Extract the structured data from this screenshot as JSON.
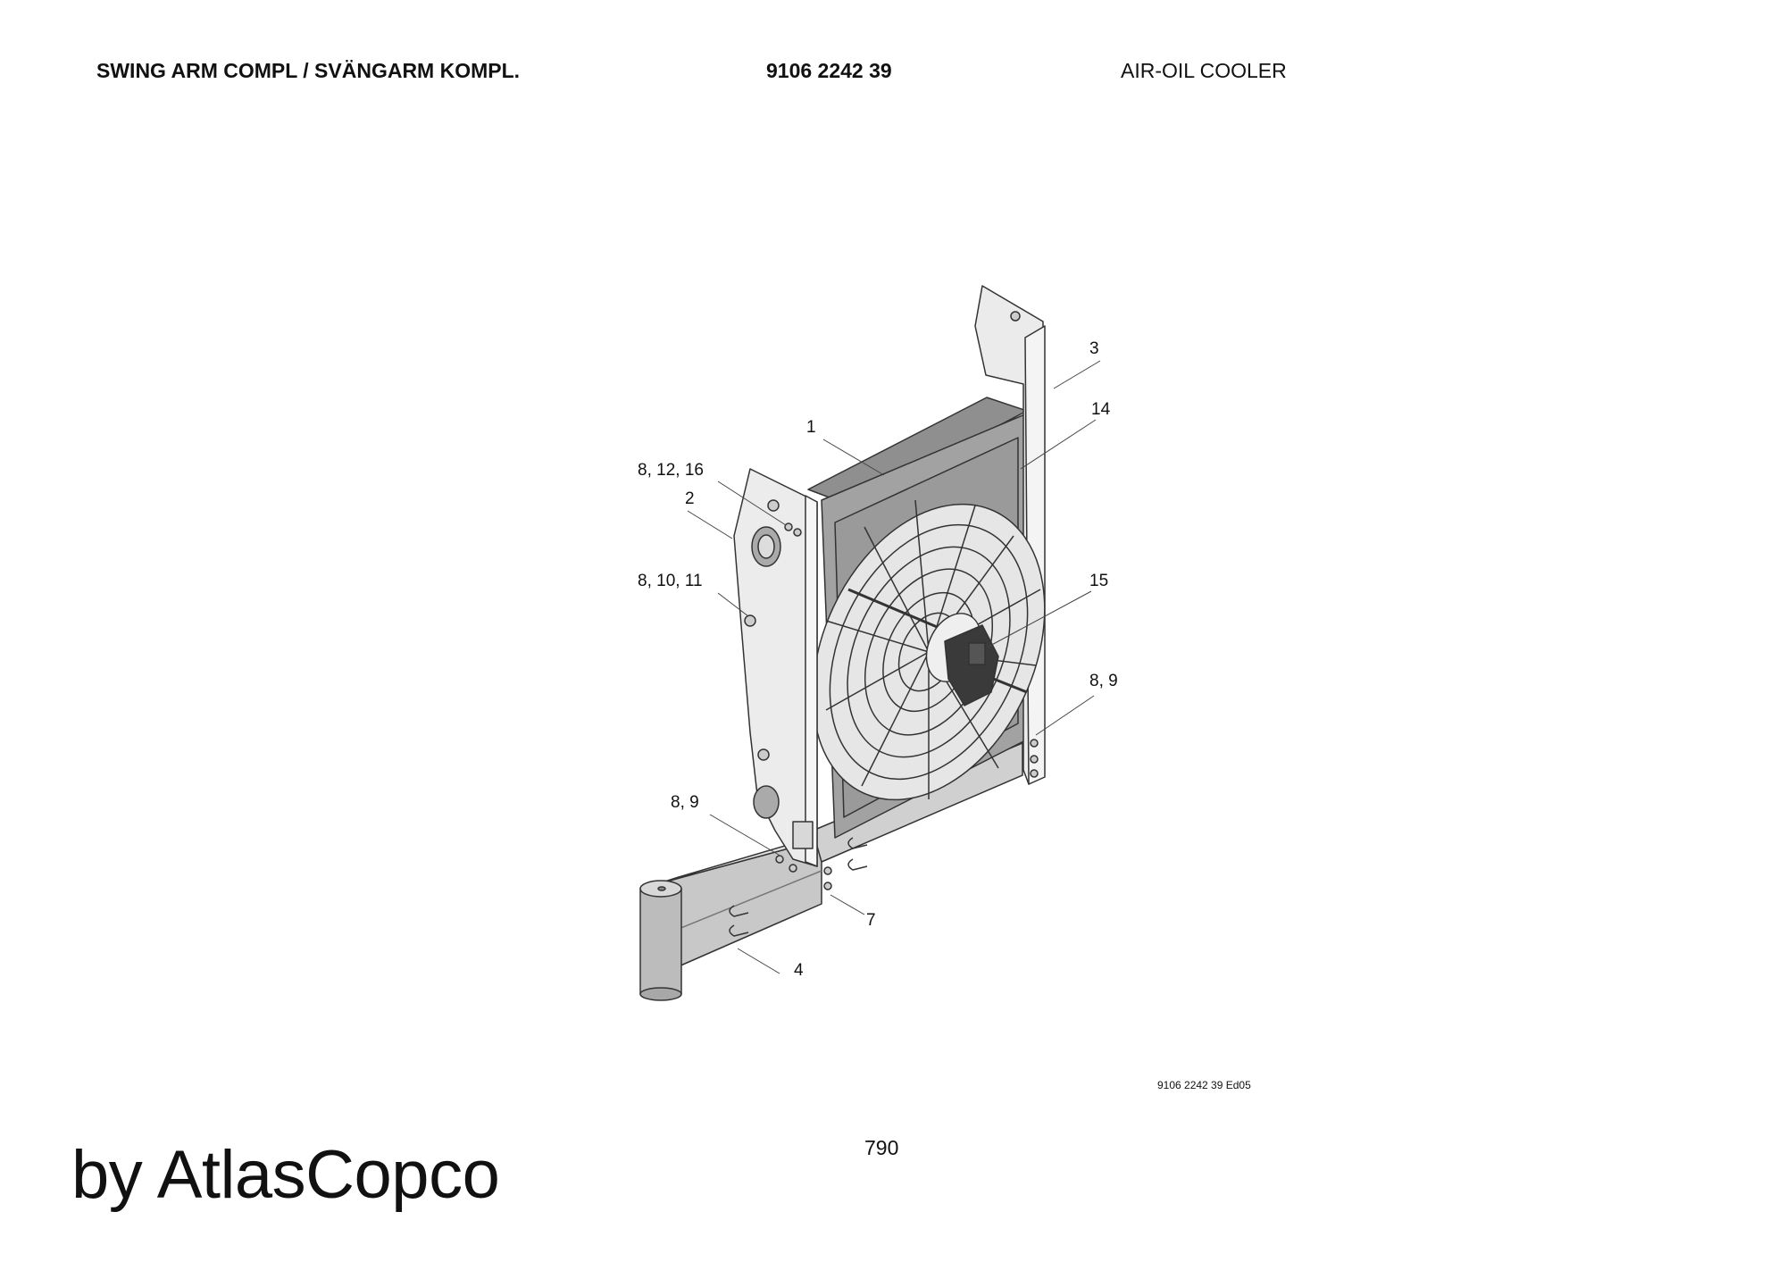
{
  "header": {
    "title": "SWING ARM COMPL / SVÄNGARM KOMPL.",
    "part_number": "9106 2242 39",
    "description": "AIR-OIL COOLER"
  },
  "callouts": [
    {
      "id": "c1",
      "label": "1"
    },
    {
      "id": "c2",
      "label": "2"
    },
    {
      "id": "c3",
      "label": "3"
    },
    {
      "id": "c4",
      "label": "4"
    },
    {
      "id": "c7",
      "label": "7"
    },
    {
      "id": "c8-12-16",
      "label": "8, 12, 16"
    },
    {
      "id": "c8-10-11",
      "label": "8, 10, 11"
    },
    {
      "id": "c8-9-left",
      "label": "8, 9"
    },
    {
      "id": "c8-9-right",
      "label": "8, 9"
    },
    {
      "id": "c14",
      "label": "14"
    },
    {
      "id": "c15",
      "label": "15"
    }
  ],
  "footer": {
    "drawing_ref": "9106 2242 39  Ed05",
    "page_number": "790",
    "brand": "by AtlasCopco"
  }
}
